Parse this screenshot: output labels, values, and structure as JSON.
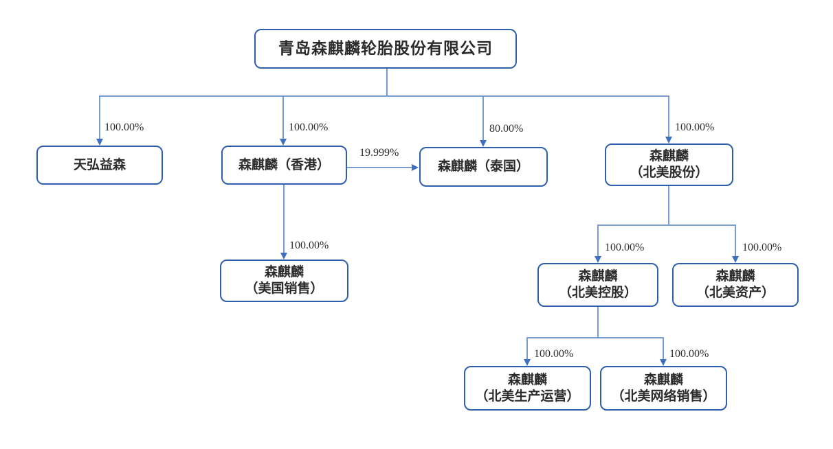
{
  "diagram": {
    "type": "equity-structure-org-chart"
  },
  "colors": {
    "box_border": "#2d5fae",
    "connector": "#7a9bd4",
    "arrow": "#3f6fc1",
    "text": "#2b2b2b"
  },
  "nodes": {
    "parent": {
      "label": "青岛森麒麟轮胎股份有限公司"
    },
    "tianhong": {
      "label": "天弘益森"
    },
    "hongkong": {
      "label": "森麒麟（香港）"
    },
    "thailand": {
      "label": "森麒麟（泰国）"
    },
    "na_shares": {
      "label": "森麒麟\n（北美股份）"
    },
    "us_sales": {
      "label": "森麒麟\n（美国销售）"
    },
    "na_holding": {
      "label": "森麒麟\n（北美控股）"
    },
    "na_assets": {
      "label": "森麒麟\n（北美资产）"
    },
    "na_production": {
      "label": "森麒麟\n（北美生产运营）"
    },
    "na_online_sales": {
      "label": "森麒麟\n（北美网络销售）"
    }
  },
  "edges": {
    "parent_to_tianhong": {
      "label": "100.00%"
    },
    "parent_to_hongkong": {
      "label": "100.00%"
    },
    "parent_to_thailand": {
      "label": "80.00%"
    },
    "parent_to_na_shares": {
      "label": "100.00%"
    },
    "hongkong_to_thailand": {
      "label": "19.999%"
    },
    "hongkong_to_us_sales": {
      "label": "100.00%"
    },
    "na_shares_to_na_holding": {
      "label": "100.00%"
    },
    "na_shares_to_na_assets": {
      "label": "100.00%"
    },
    "na_holding_to_na_production": {
      "label": "100.00%"
    },
    "na_holding_to_na_online_sales": {
      "label": "100.00%"
    }
  }
}
